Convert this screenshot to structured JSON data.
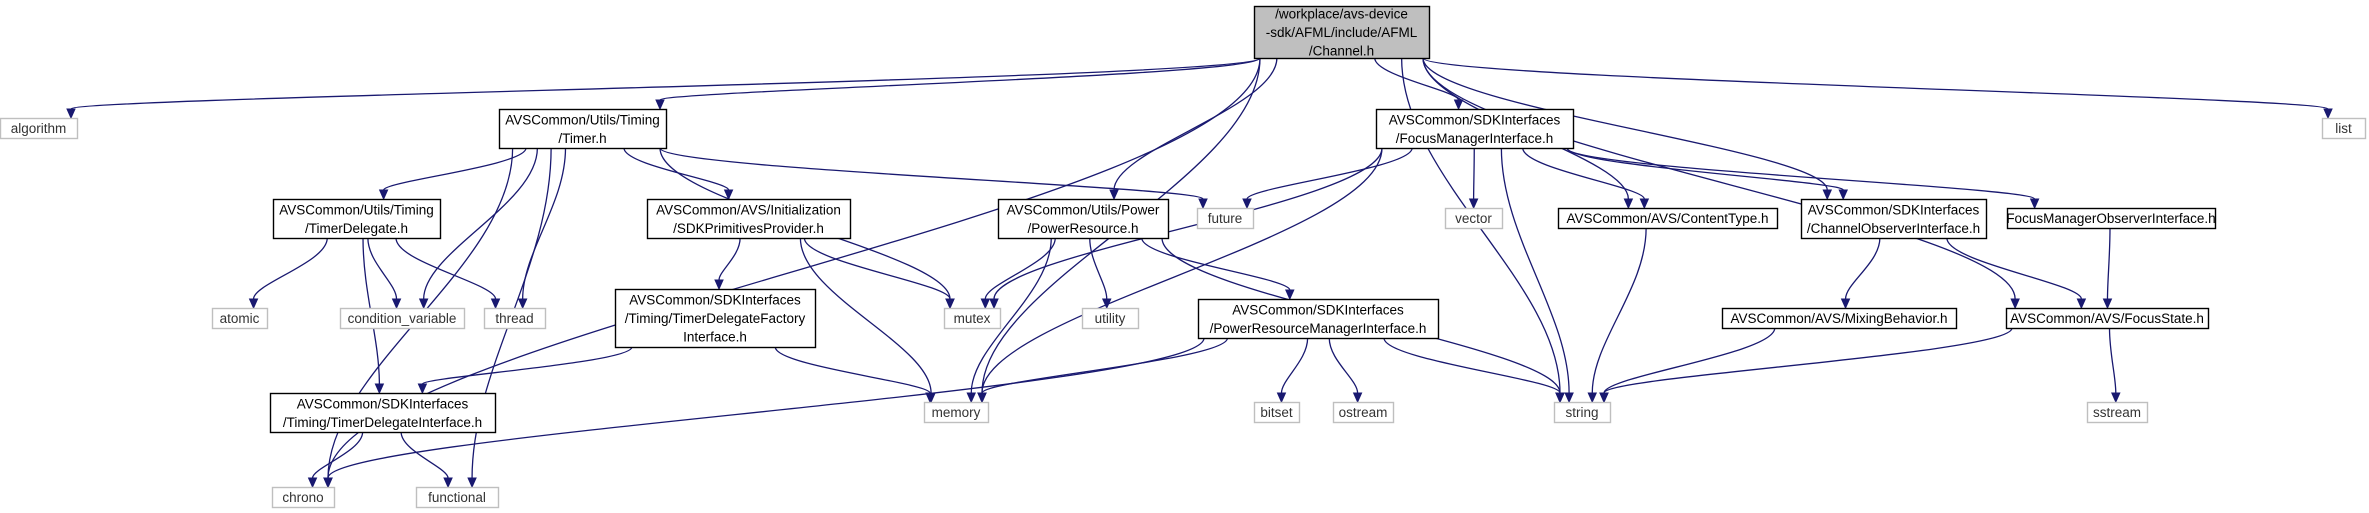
{
  "graph": {
    "nodes": [
      {
        "id": "root",
        "kind": "root",
        "lines": [
          "/workplace/avs-device",
          "-sdk/AFML/include/AFML",
          "/Channel.h"
        ]
      },
      {
        "id": "algorithm",
        "kind": "external",
        "lines": [
          "algorithm"
        ]
      },
      {
        "id": "timer",
        "kind": "primary",
        "lines": [
          "AVSCommon/Utils/Timing",
          "/Timer.h"
        ]
      },
      {
        "id": "fmi",
        "kind": "primary",
        "lines": [
          "AVSCommon/SDKInterfaces",
          "/FocusManagerInterface.h"
        ]
      },
      {
        "id": "list",
        "kind": "external",
        "lines": [
          "list"
        ]
      },
      {
        "id": "timerdelegate",
        "kind": "primary",
        "lines": [
          "AVSCommon/Utils/Timing",
          "/TimerDelegate.h"
        ]
      },
      {
        "id": "sdkprim",
        "kind": "primary",
        "lines": [
          "AVSCommon/AVS/Initialization",
          "/SDKPrimitivesProvider.h"
        ]
      },
      {
        "id": "powerres",
        "kind": "primary",
        "lines": [
          "AVSCommon/Utils/Power",
          "/PowerResource.h"
        ]
      },
      {
        "id": "future",
        "kind": "external",
        "lines": [
          "future"
        ]
      },
      {
        "id": "vector",
        "kind": "external",
        "lines": [
          "vector"
        ]
      },
      {
        "id": "contenttype",
        "kind": "primary",
        "lines": [
          "AVSCommon/AVS/ContentType.h"
        ]
      },
      {
        "id": "chobs",
        "kind": "primary",
        "lines": [
          "AVSCommon/SDKInterfaces",
          "/ChannelObserverInterface.h"
        ]
      },
      {
        "id": "fmobs",
        "kind": "primary",
        "lines": [
          "FocusManagerObserverInterface.h"
        ]
      },
      {
        "id": "atomic",
        "kind": "external",
        "lines": [
          "atomic"
        ]
      },
      {
        "id": "condvar",
        "kind": "external",
        "lines": [
          "condition_variable"
        ]
      },
      {
        "id": "thread",
        "kind": "external",
        "lines": [
          "thread"
        ]
      },
      {
        "id": "tdfactory",
        "kind": "primary",
        "lines": [
          "AVSCommon/SDKInterfaces",
          "/Timing/TimerDelegateFactory",
          "Interface.h"
        ]
      },
      {
        "id": "mutex",
        "kind": "external",
        "lines": [
          "mutex"
        ]
      },
      {
        "id": "utility",
        "kind": "external",
        "lines": [
          "utility"
        ]
      },
      {
        "id": "prmi",
        "kind": "primary",
        "lines": [
          "AVSCommon/SDKInterfaces",
          "/PowerResourceManagerInterface.h"
        ]
      },
      {
        "id": "mixing",
        "kind": "primary",
        "lines": [
          "AVSCommon/AVS/MixingBehavior.h"
        ]
      },
      {
        "id": "focusstate",
        "kind": "primary",
        "lines": [
          "AVSCommon/AVS/FocusState.h"
        ]
      },
      {
        "id": "tdi",
        "kind": "primary",
        "lines": [
          "AVSCommon/SDKInterfaces",
          "/Timing/TimerDelegateInterface.h"
        ]
      },
      {
        "id": "memory",
        "kind": "external",
        "lines": [
          "memory"
        ]
      },
      {
        "id": "bitset",
        "kind": "external",
        "lines": [
          "bitset"
        ]
      },
      {
        "id": "ostream",
        "kind": "external",
        "lines": [
          "ostream"
        ]
      },
      {
        "id": "string",
        "kind": "external",
        "lines": [
          "string"
        ]
      },
      {
        "id": "sstream",
        "kind": "external",
        "lines": [
          "sstream"
        ]
      },
      {
        "id": "chrono",
        "kind": "external",
        "lines": [
          "chrono"
        ]
      },
      {
        "id": "functional",
        "kind": "external",
        "lines": [
          "functional"
        ]
      }
    ],
    "edges": [
      [
        "root",
        "algorithm"
      ],
      [
        "root",
        "timer"
      ],
      [
        "root",
        "fmi"
      ],
      [
        "root",
        "list"
      ],
      [
        "root",
        "chrono"
      ],
      [
        "root",
        "memory"
      ],
      [
        "root",
        "powerres"
      ],
      [
        "root",
        "string"
      ],
      [
        "root",
        "contenttype"
      ],
      [
        "root",
        "chobs"
      ],
      [
        "root",
        "focusstate"
      ],
      [
        "timer",
        "timerdelegate"
      ],
      [
        "timer",
        "sdkprim"
      ],
      [
        "timer",
        "future"
      ],
      [
        "timer",
        "mutex"
      ],
      [
        "timer",
        "condvar"
      ],
      [
        "timer",
        "thread"
      ],
      [
        "timer",
        "chrono"
      ],
      [
        "timer",
        "functional"
      ],
      [
        "timerdelegate",
        "atomic"
      ],
      [
        "timerdelegate",
        "condvar"
      ],
      [
        "timerdelegate",
        "thread"
      ],
      [
        "timerdelegate",
        "tdi"
      ],
      [
        "sdkprim",
        "tdfactory"
      ],
      [
        "sdkprim",
        "mutex"
      ],
      [
        "sdkprim",
        "memory"
      ],
      [
        "tdfactory",
        "tdi"
      ],
      [
        "tdfactory",
        "memory"
      ],
      [
        "tdi",
        "chrono"
      ],
      [
        "tdi",
        "functional"
      ],
      [
        "powerres",
        "mutex"
      ],
      [
        "powerres",
        "utility"
      ],
      [
        "powerres",
        "memory"
      ],
      [
        "powerres",
        "prmi"
      ],
      [
        "powerres",
        "string"
      ],
      [
        "prmi",
        "memory"
      ],
      [
        "prmi",
        "bitset"
      ],
      [
        "prmi",
        "ostream"
      ],
      [
        "prmi",
        "string"
      ],
      [
        "prmi",
        "chrono"
      ],
      [
        "fmi",
        "future"
      ],
      [
        "fmi",
        "vector"
      ],
      [
        "fmi",
        "contenttype"
      ],
      [
        "fmi",
        "chobs"
      ],
      [
        "fmi",
        "fmobs"
      ],
      [
        "fmi",
        "mutex"
      ],
      [
        "fmi",
        "memory"
      ],
      [
        "fmi",
        "string"
      ],
      [
        "contenttype",
        "string"
      ],
      [
        "chobs",
        "mixing"
      ],
      [
        "chobs",
        "focusstate"
      ],
      [
        "mixing",
        "string"
      ],
      [
        "fmobs",
        "focusstate"
      ],
      [
        "focusstate",
        "string"
      ],
      [
        "focusstate",
        "sstream"
      ]
    ]
  }
}
